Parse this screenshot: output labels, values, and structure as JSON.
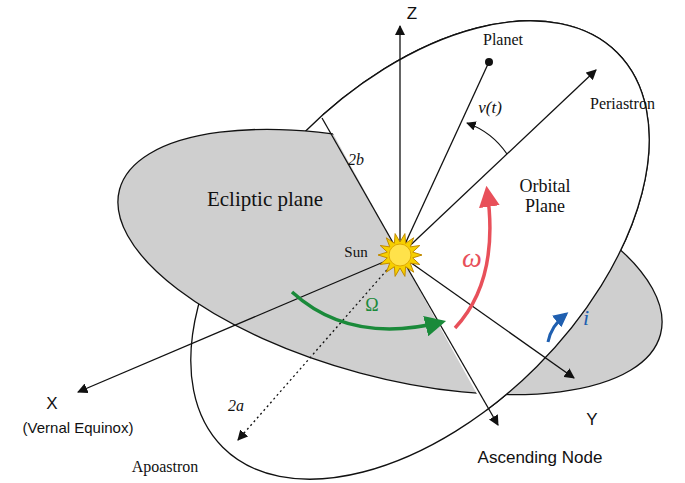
{
  "diagram": {
    "labels": [
      "Z",
      "Planet",
      "Periastron",
      "2b",
      "ν(t)",
      "Ecliptic plane",
      "Orbital Plane",
      "Sun",
      "ω",
      "Ω",
      "i",
      "X",
      "(Vernal Equinox)",
      "2a",
      "Y",
      "Apoastron",
      "Ascending Node"
    ]
  }
}
